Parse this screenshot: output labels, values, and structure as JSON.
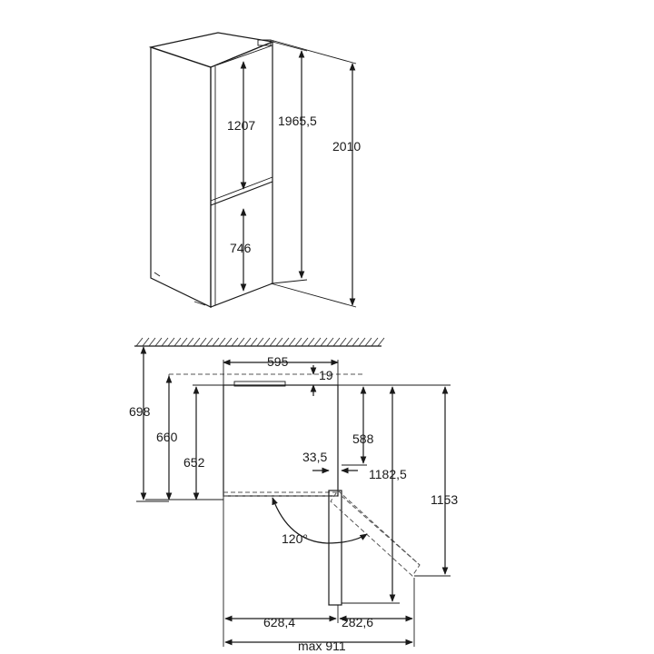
{
  "dimensions": {
    "fridge_section_height": "1207",
    "door_height": "1965,5",
    "total_height": "2010",
    "freezer_section_height": "746",
    "width": "595",
    "wall_gap": "19",
    "depth_with_clearance": "698",
    "depth_with_handle": "660",
    "depth": "652",
    "door_depth_offset": "588",
    "handle_offset": "33,5",
    "door_open_diagonal": "1182,5",
    "door_open_depth": "1153",
    "door_angle": "120°",
    "body_width_open": "628,4",
    "door_swing_width": "282,6",
    "max_width_open": "max 911"
  },
  "colors": {
    "line": "#1a1a1a",
    "background": "#ffffff"
  }
}
